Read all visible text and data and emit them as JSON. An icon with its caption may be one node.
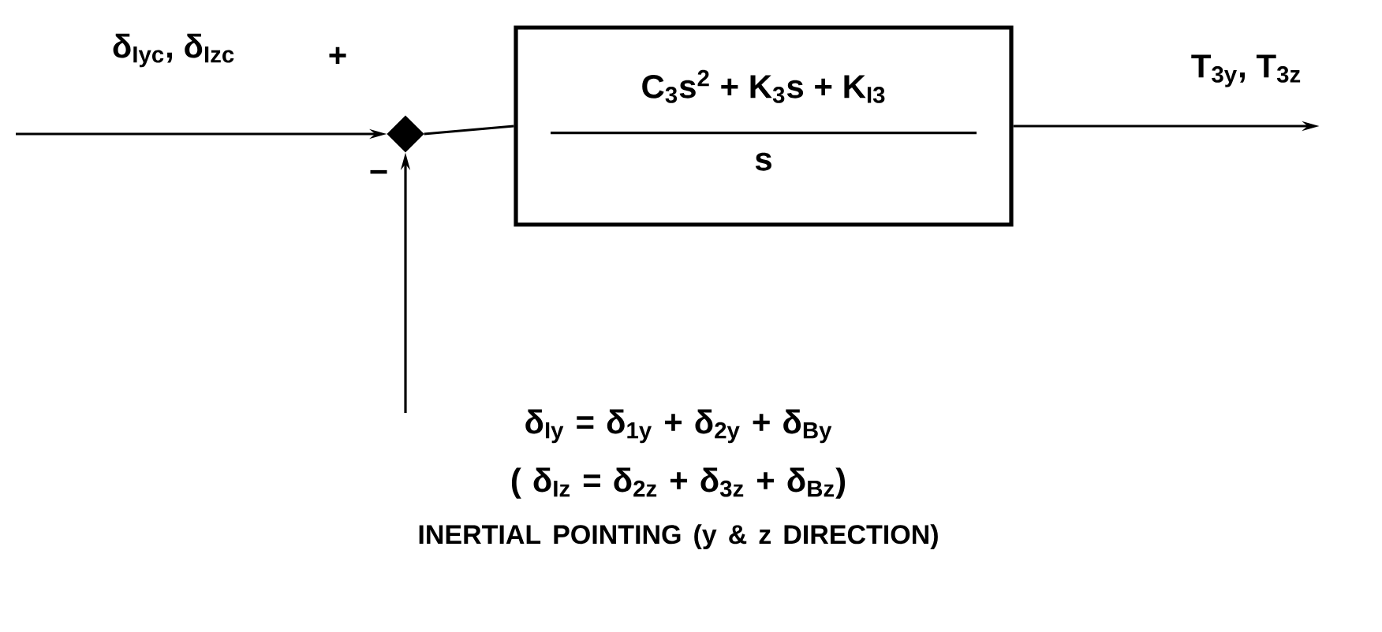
{
  "diagram": {
    "nodes": [
      {
        "text": [],
        "shape": "diamond"
      },
      {
        "text": [
          "C$_{3}$s$^{2}$ + K$_{3}$s + K$_{I3}$",
          "s"
        ]
      },
      {
        "text": [
          "δ$_{Iy}$ = δ$_{1y}$ + δ$_{2y}$ + δ$_{By}$",
          "( δ$_{Iz}$ = δ$_{2z}$ + δ$_{3z}$ + δ$_{Bz}$)",
          "INERTIAL POINTING (y & z DIRECTION)"
        ]
      }
    ],
    "edges": [
      {
        "from": null,
        "to": 0,
        "arrow": "to",
        "label": "δ$_{Iyc}$, δ$_{Izc}$"
      },
      {
        "from": 0,
        "to": 1,
        "arrow": "none"
      },
      {
        "from": 2,
        "to": 0,
        "arrow": "to"
      },
      {
        "from": 1,
        "to": null,
        "arrow": "to",
        "label": "T$_{3y}$, T$_{3z}$"
      }
    ],
    "labels": [
      "+",
      "−"
    ]
  }
}
